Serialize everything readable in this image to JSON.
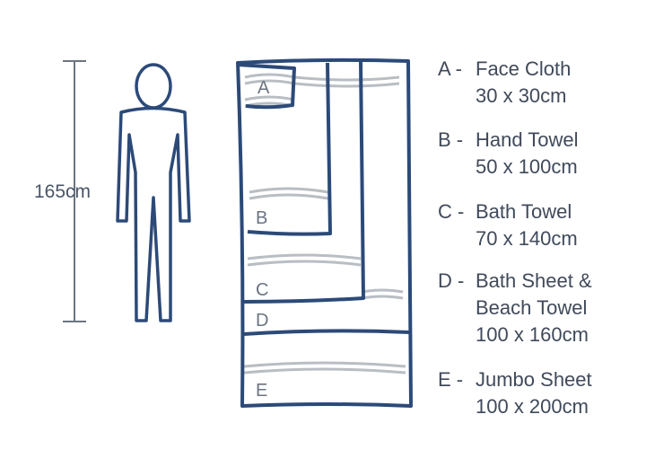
{
  "person": {
    "height_label": "165cm"
  },
  "towel_letters": [
    "A",
    "B",
    "C",
    "D",
    "E"
  ],
  "legend": [
    {
      "key": "A",
      "lines": [
        "Face Cloth",
        "30 x 30cm"
      ]
    },
    {
      "key": "B",
      "lines": [
        "Hand Towel",
        "50 x 100cm"
      ]
    },
    {
      "key": "C",
      "lines": [
        "Bath Towel",
        "70 x 140cm"
      ]
    },
    {
      "key": "D",
      "lines": [
        "Bath Sheet &",
        "Beach Towel",
        "100 x 160cm"
      ]
    },
    {
      "key": "E",
      "lines": [
        "Jumbo Sheet",
        "100 x 200cm"
      ]
    }
  ],
  "colors": {
    "outline": "#2c4a78",
    "stripe": "#b8bec4",
    "text": "#404a5a"
  }
}
